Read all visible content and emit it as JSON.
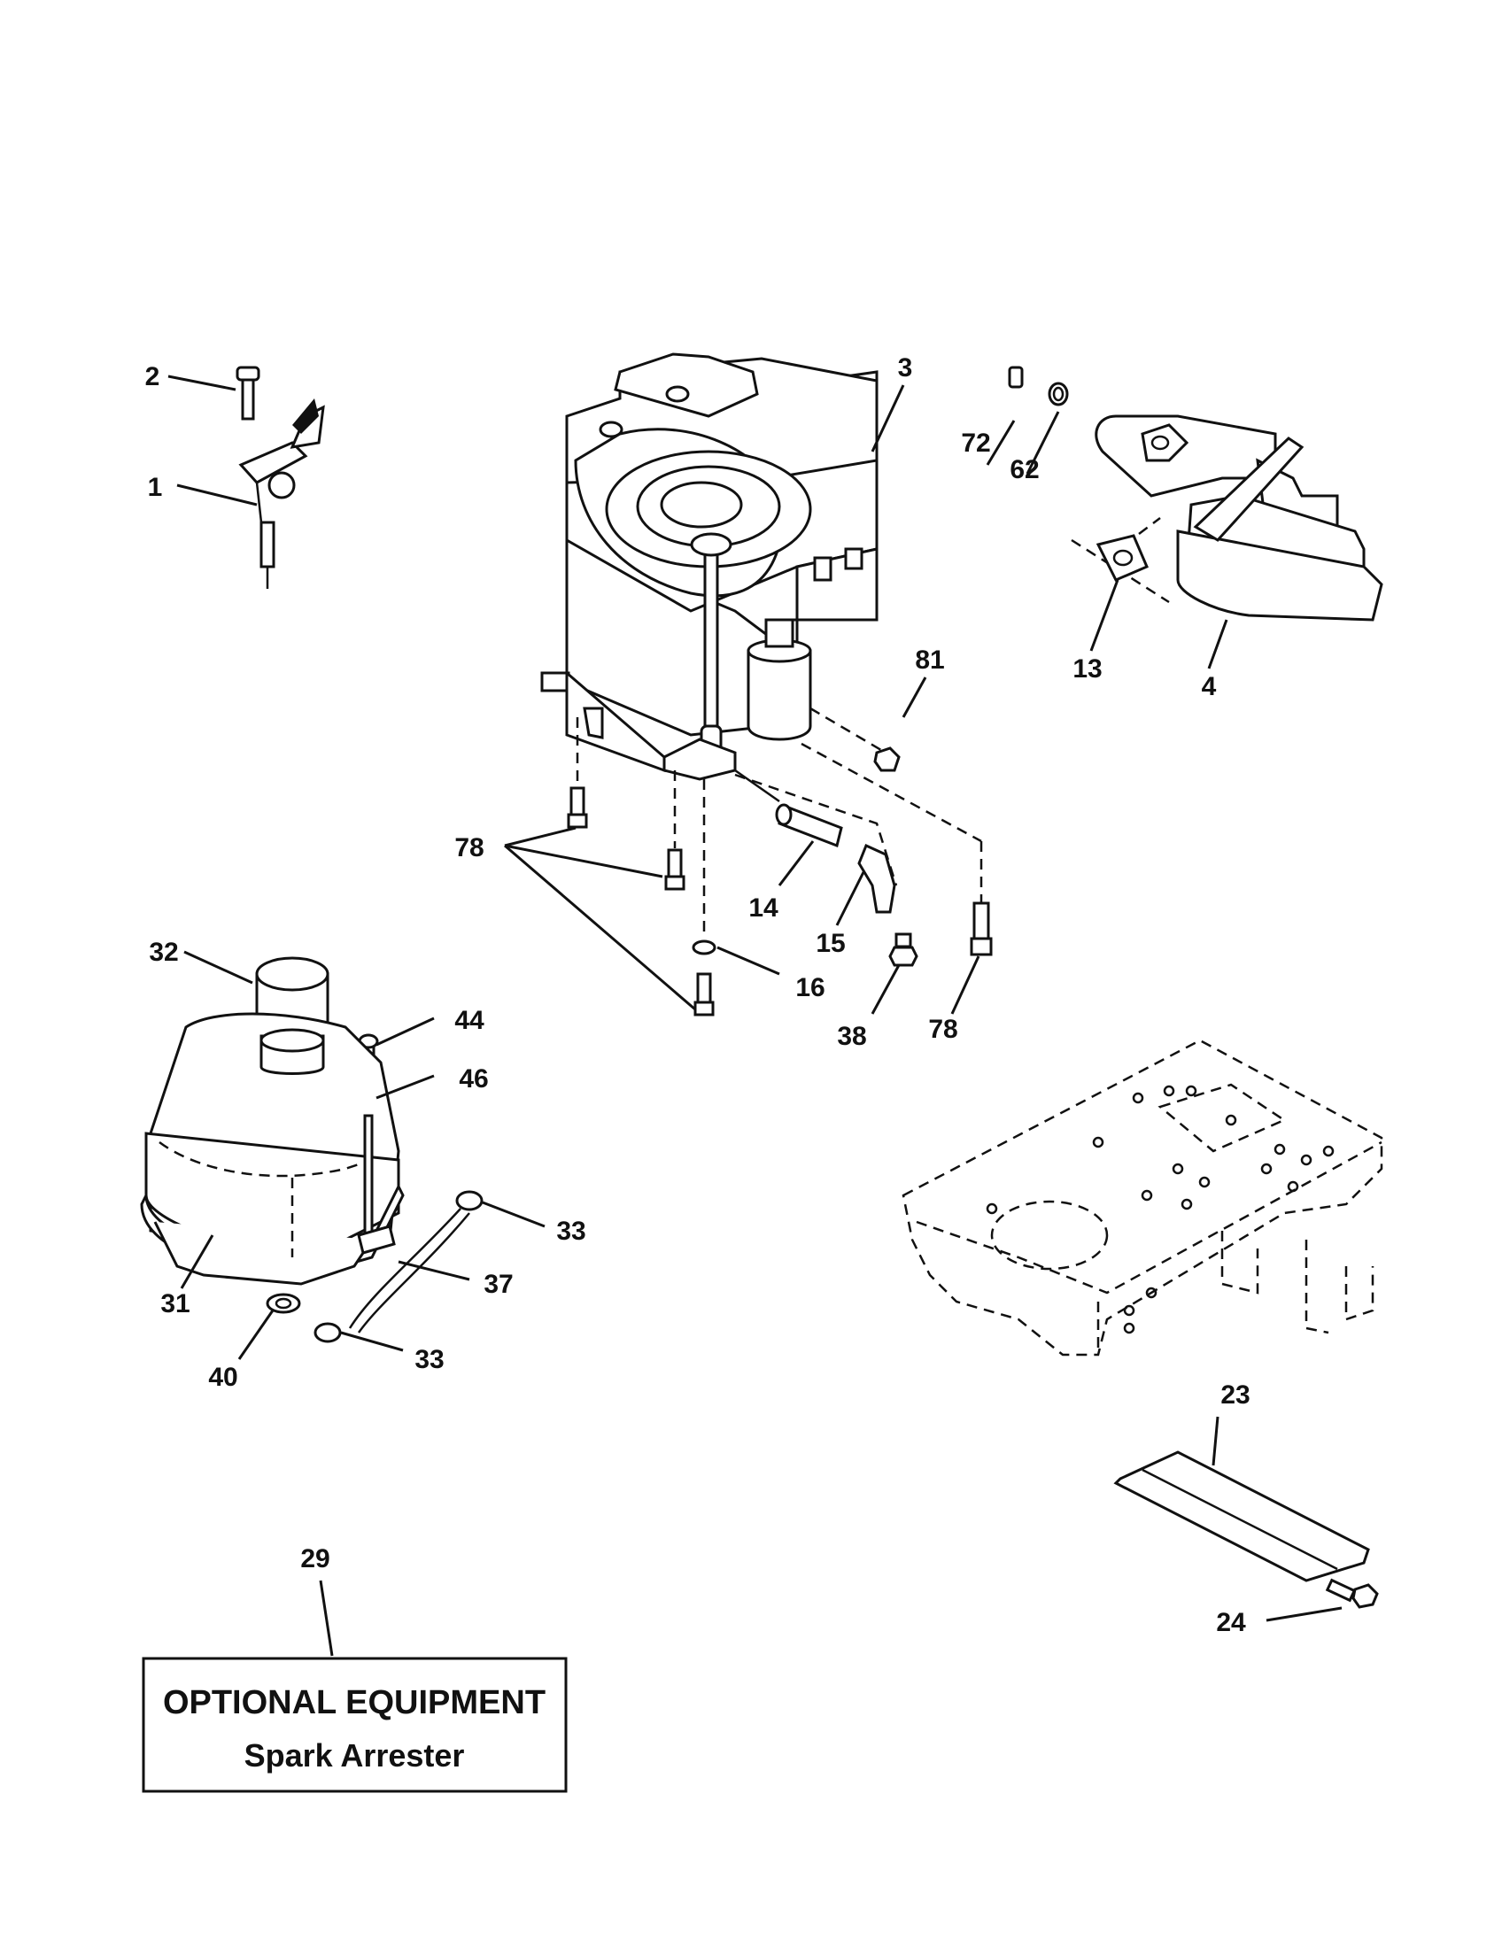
{
  "callouts": {
    "c1": "1",
    "c2": "2",
    "c3": "3",
    "c4": "4",
    "c13": "13",
    "c14": "14",
    "c15": "15",
    "c16": "16",
    "c23": "23",
    "c24": "24",
    "c29": "29",
    "c31": "31",
    "c32": "32",
    "c33a": "33",
    "c33b": "33",
    "c37": "37",
    "c38": "38",
    "c40": "40",
    "c44": "44",
    "c46": "46",
    "c62": "62",
    "c72": "72",
    "c78a": "78",
    "c78b": "78",
    "c81": "81"
  },
  "optional_box": {
    "title": "OPTIONAL EQUIPMENT",
    "subtitle": "Spark Arrester"
  }
}
